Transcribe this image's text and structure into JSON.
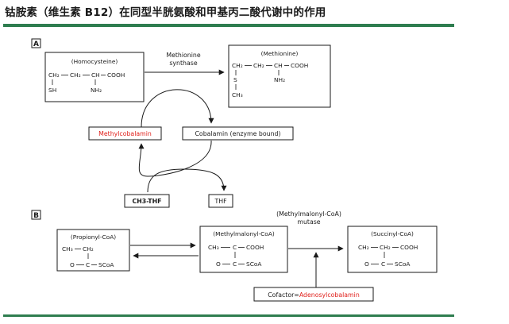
{
  "title": "钴胺素（维生素 B12）在同型半胱氨酸和甲基丙二酸代谢中的作用",
  "panel_a": {
    "label": "A",
    "homocysteine": {
      "name": "(Homocysteine)",
      "chain": [
        "CH₂",
        "CH₂",
        "CH",
        "COOH"
      ],
      "sh": "SH",
      "nh2": "NH₂"
    },
    "enzyme": {
      "line1": "Methionine",
      "line2": "synthase"
    },
    "methionine": {
      "name": "(Methionine)",
      "chain": [
        "CH₂",
        "CH₂",
        "CH",
        "COOH"
      ],
      "s": "S",
      "nh2": "NH₂",
      "ch3": "CH₃"
    },
    "methylcobalamin": "Methylcobalamin",
    "cobalamin": "Cobalamin (enzyme bound)",
    "ch3thf": "CH3-THF",
    "thf": "THF"
  },
  "panel_b": {
    "label": "B",
    "propionyl": {
      "name": "(Propionyl-CoA)",
      "chain": [
        "CH₃",
        "CH₂"
      ],
      "bottom": [
        "O",
        "C",
        "SCoA"
      ]
    },
    "methylmalonyl": {
      "name": "(Methylmalonyl-CoA)",
      "chain": [
        "CH₃",
        "C",
        "COOH"
      ],
      "bottom": [
        "O",
        "C",
        "SCoA"
      ]
    },
    "enzyme": {
      "line1": "(Methylmalonyl-CoA)",
      "line2": "mutase"
    },
    "succinyl": {
      "name": "(Succinyl-CoA)",
      "chain": [
        "CH₂",
        "CH₂",
        "COOH"
      ],
      "bottom": [
        "O",
        "C",
        "SCoA"
      ]
    },
    "cofactor": {
      "prefix": "Cofactor=",
      "name": "Adenosylcobalamin"
    }
  },
  "colors": {
    "accent_rule": "#2e7d4f",
    "highlight_text": "#e0201b"
  }
}
